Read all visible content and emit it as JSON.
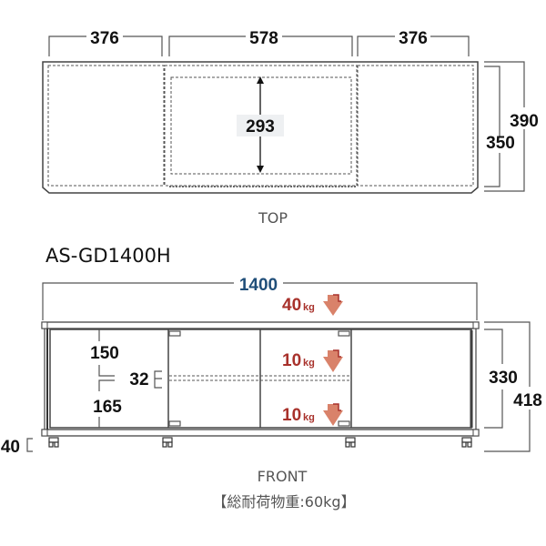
{
  "top_view": {
    "label": "TOP",
    "widths": [
      "376",
      "578",
      "376"
    ],
    "inner_depth": "293",
    "depth_inner": "350",
    "depth_outer": "390"
  },
  "front_view": {
    "model": "AS-GD1400H",
    "label": "FRONT",
    "total_width": "1400",
    "height_inner": "330",
    "height_outer": "418",
    "shelf_upper": "150",
    "shelf_thickness": "32",
    "shelf_lower": "165",
    "caster_height": "40",
    "loads": [
      {
        "value": "40",
        "unit": "kg"
      },
      {
        "value": "10",
        "unit": "kg"
      },
      {
        "value": "10",
        "unit": "kg"
      }
    ],
    "total_load_note": "【総耐荷物重:60kg】"
  },
  "colors": {
    "accent_blue": "#1f4e79",
    "load_red": "#a8312b",
    "arrow_fill": "#d9826a"
  }
}
